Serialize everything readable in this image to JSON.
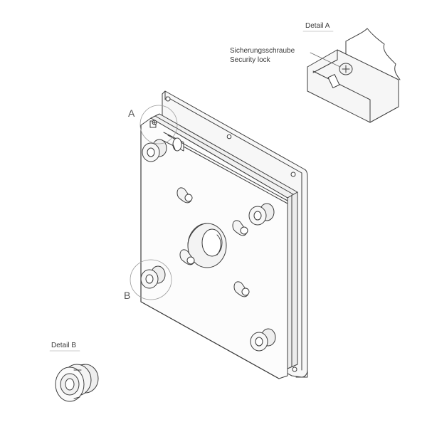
{
  "detail_a": {
    "title": "Detail A",
    "label_de": "Sicherungsschraube",
    "label_en": "Security lock"
  },
  "detail_b": {
    "title": "Detail B"
  },
  "callouts": {
    "a": "A",
    "b": "B"
  },
  "colors": {
    "line": "#3c3c3c",
    "circle": "#9a9a9a",
    "background": "#ffffff"
  }
}
